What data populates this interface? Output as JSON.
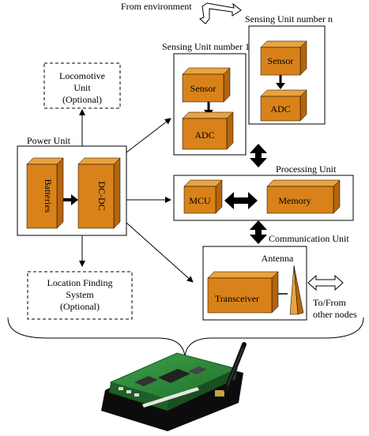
{
  "labels": {
    "from_environment": "From environment",
    "sensing_unit_n": "Sensing Unit number n",
    "sensing_unit_1": "Sensing Unit number 1",
    "locomotive_line1": "Locomotive",
    "locomotive_line2": "Unit",
    "locomotive_line3": "(Optional)",
    "power_unit": "Power Unit",
    "batteries": "Batteries",
    "dcdc": "DC-DC",
    "sensor": "Sensor",
    "adc": "ADC",
    "processing_unit": "Processing Unit",
    "mcu": "MCU",
    "memory": "Memory",
    "communication_unit": "Communication Unit",
    "antenna": "Antenna",
    "transceiver": "Transceiver",
    "to_from_line1": "To/From",
    "to_from_line2": "other nodes",
    "location_line1": "Location Finding",
    "location_line2": "System",
    "location_line3": "(Optional)"
  },
  "colors": {
    "block_front": "#d9821a",
    "block_top": "#e9a33f",
    "block_side": "#b5650d",
    "board_green": "#2f8f3a"
  },
  "icons": {
    "board": "sensor-node-board-photo"
  }
}
